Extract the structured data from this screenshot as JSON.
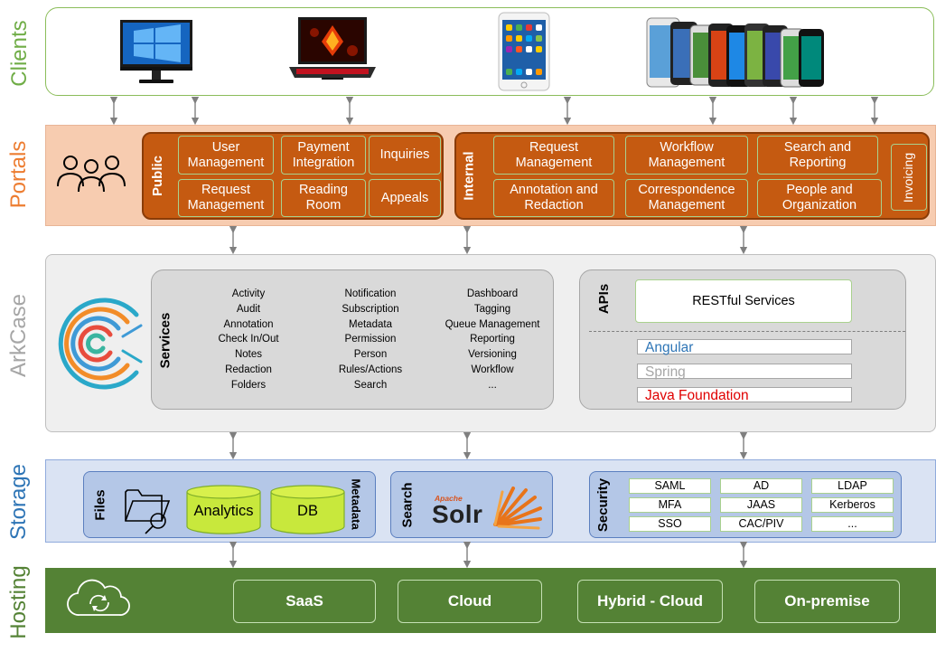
{
  "tiers": {
    "clients": "Clients",
    "portals": "Portals",
    "arkcase": "ArkCase",
    "storage": "Storage",
    "hosting": "Hosting"
  },
  "portals": {
    "public_label": "Public",
    "internal_label": "Internal",
    "public_items": [
      "User Management",
      "Payment Integration",
      "Inquiries",
      "Request Management",
      "Reading Room",
      "Appeals"
    ],
    "internal_items": [
      "Request Management",
      "Workflow Management",
      "Search and Reporting",
      "Annotation and Redaction",
      "Correspondence Management",
      "People and Organization"
    ],
    "invoicing": "Invoicing"
  },
  "services": {
    "label": "Services",
    "col1": [
      "Activity",
      "Audit",
      "Annotation",
      "Check In/Out",
      "Notes",
      "Redaction",
      "Folders"
    ],
    "col2": [
      "Notification",
      "Subscription",
      "Metadata",
      "Permission",
      "Person",
      "Rules/Actions",
      "Search"
    ],
    "col3": [
      "Dashboard",
      "Tagging",
      "Queue Management",
      "Reporting",
      "Versioning",
      "Workflow",
      "..."
    ]
  },
  "apis": {
    "label": "APIs",
    "restful": "RESTful Services",
    "angular": "Angular",
    "spring": "Spring",
    "java": "Java Foundation",
    "colors": {
      "angular": "#2e75b6",
      "spring": "#a6a6a6",
      "java": "#e00000"
    }
  },
  "storage": {
    "files_label": "Files",
    "metadata_label": "Metadata",
    "analytics": "Analytics",
    "db": "DB",
    "search_label": "Search",
    "solr_small": "Apache",
    "solr_big": "Solr",
    "security_label": "Security",
    "security_items": [
      "SAML",
      "AD",
      "LDAP",
      "MFA",
      "JAAS",
      "Kerberos",
      "SSO",
      "CAC/PIV",
      "..."
    ]
  },
  "hosting": {
    "items": [
      "SaaS",
      "Cloud",
      "Hybrid - Cloud",
      "On-premise"
    ]
  },
  "colors": {
    "green": "#70ad47",
    "orange": "#c55a11",
    "grey": "#a6a6a6",
    "blue": "#2e75b6",
    "hosting_green": "#548235"
  }
}
